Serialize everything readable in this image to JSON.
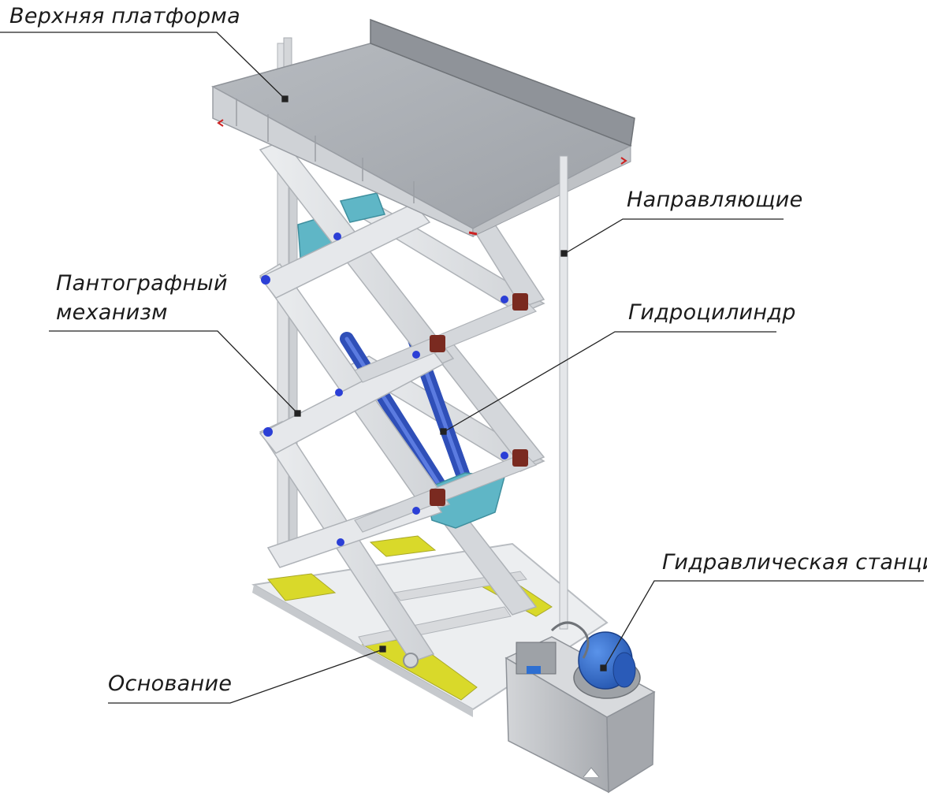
{
  "labels": {
    "top_platform": "Верхняя платформа",
    "guides": "Направляющие",
    "pantograph_line1": "Пантографный",
    "pantograph_line2": "механизм",
    "hydrocylinder": "Гидроцилиндр",
    "hydraulic_station": "Гидравлическая станция",
    "base": "Основание"
  },
  "colors": {
    "frame": "#dfe1e4",
    "frame_shadow": "#b4b8be",
    "platform_top": "#a9adb2",
    "cylinder": "#2f4fb8",
    "bracket": "#5fb6c6",
    "base_pad": "#d9d92a",
    "motor": "#2e6fd1",
    "tank": "#bfc2c6",
    "leader": "#222222",
    "pin": "#2b3fd6"
  }
}
